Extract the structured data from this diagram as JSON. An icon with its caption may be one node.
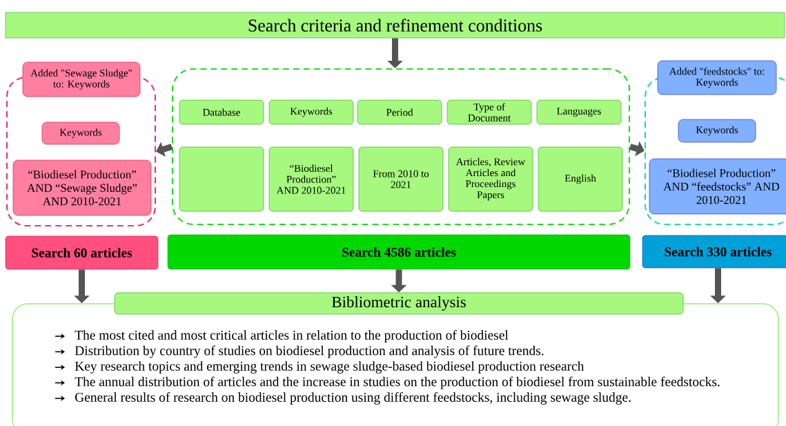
{
  "diagram": {
    "nodes": [
      {
        "text": [
          "Search criteria and refinement conditions"
        ]
      },
      {
        "text": [],
        "shape": "box"
      },
      {
        "text": [
          "Added \"Sewage Sludge\" to: Keywords"
        ]
      },
      {
        "text": [
          "Keywords"
        ],
        "in": 1
      },
      {
        "text": [
          "“Biodiesel Production” AND “Sewage Sludge” AND 2010-2021"
        ],
        "in": 1
      },
      {
        "text": [],
        "shape": "box"
      },
      {
        "text": [
          "Database"
        ],
        "in": 5
      },
      {
        "text": [
          "Keywords"
        ],
        "in": 5
      },
      {
        "text": [
          "Period"
        ],
        "in": 5
      },
      {
        "text": [
          "Type of Document"
        ],
        "in": 5
      },
      {
        "text": [
          "Languages"
        ],
        "in": 5
      },
      {
        "text": [],
        "shape": "box",
        "in": 5
      },
      {
        "text": [
          "“Biodiesel Production” AND 2010-2021"
        ],
        "in": 5
      },
      {
        "text": [
          "From 2010 to 2021"
        ],
        "in": 5
      },
      {
        "text": [
          "Articles, Review Articles and Proceedings Papers"
        ],
        "in": 5
      },
      {
        "text": [
          "English"
        ],
        "in": 5
      },
      {
        "text": [],
        "shape": "box"
      },
      {
        "text": [
          "Added \"feedstocks\" to: Keywords"
        ]
      },
      {
        "text": [
          "Keywords"
        ],
        "in": 16
      },
      {
        "text": [
          "“Biodiesel Production” AND “feedstocks” AND 2010-2021"
        ],
        "in": 16
      },
      {
        "text": [
          "Search 60 articles"
        ]
      },
      {
        "text": [
          "Search 4586 articles"
        ]
      },
      {
        "text": [
          "Search 330 articles"
        ]
      },
      {
        "text": [
          "Bibliometric analysis"
        ]
      },
      {
        "text": [
          "The most cited and most critical articles in relation to the production of biodiesel",
          "Distribution by country of studies on biodiesel production and analysis of future trends.",
          "Key research topics and emerging trends in sewage sludge-based biodiesel production research",
          "The annual distribution of articles and the increase in studies on the production of biodiesel from sustainable feedstocks.",
          "General results of research on biodiesel production using different feedstocks, including sewage sludge."
        ]
      }
    ],
    "edges": [
      {
        "from": 0,
        "to": 5,
        "arrow": "to"
      },
      {
        "from": 5,
        "to": 1,
        "arrow": "to"
      },
      {
        "from": 5,
        "to": 16,
        "arrow": "to"
      },
      {
        "from": 20,
        "to": 24,
        "arrow": "to"
      },
      {
        "from": 21,
        "to": 23,
        "arrow": "to"
      },
      {
        "from": 22,
        "to": 24,
        "arrow": "to"
      }
    ]
  }
}
